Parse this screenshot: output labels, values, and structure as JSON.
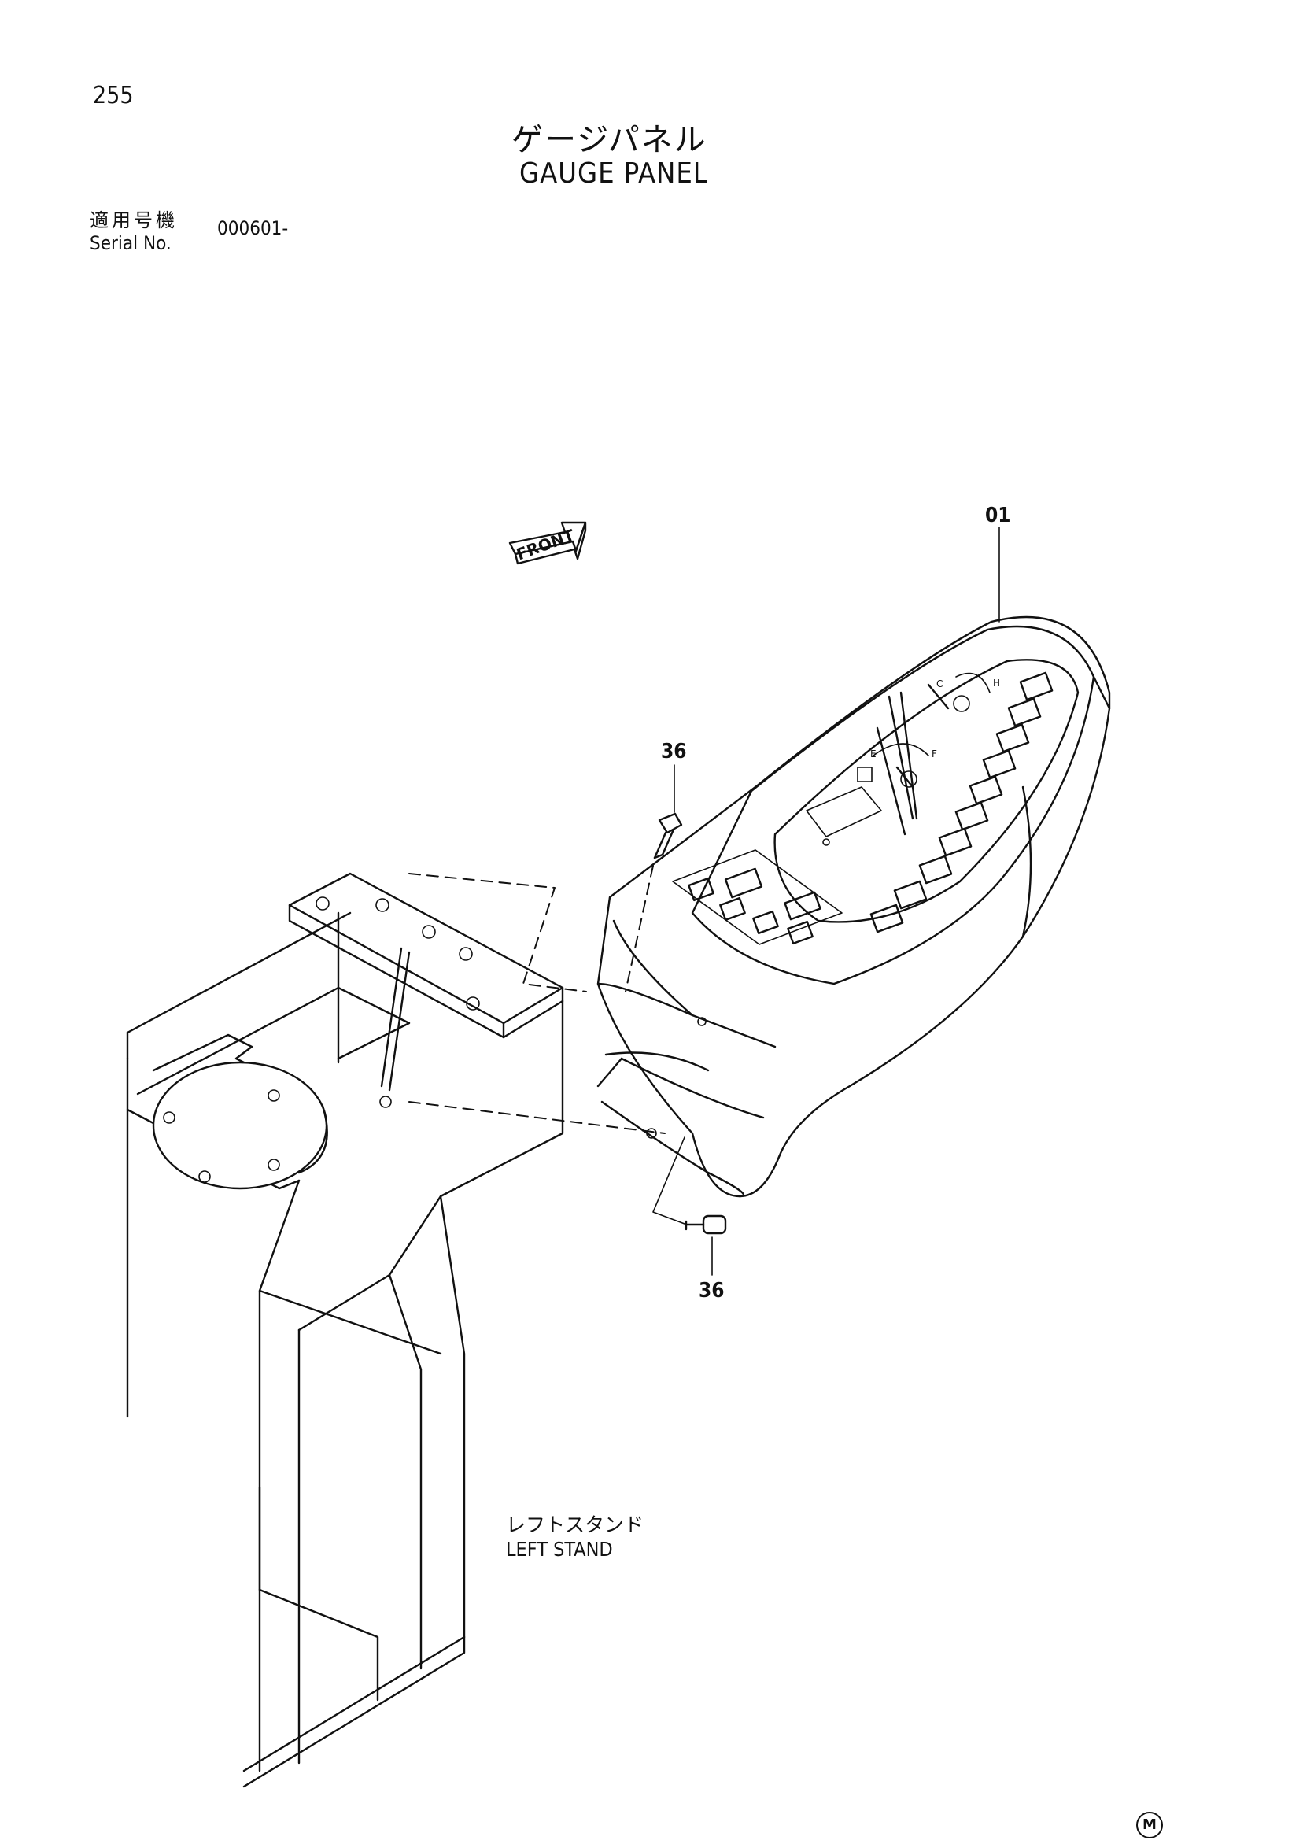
{
  "header": {
    "page_number": "255",
    "title_jp": "ゲージパネル",
    "title_en": "GAUGE PANEL"
  },
  "serial": {
    "label_jp": "適用号機",
    "label_en": "Serial No.",
    "value": "000601-"
  },
  "diagram": {
    "direction_arrow": "FRONT",
    "callouts": [
      "01",
      "36",
      "36"
    ],
    "stand_label_jp": "レフトスタンド",
    "stand_label_en": "LEFT STAND",
    "gauge_letters": {
      "coolant_cold": "C",
      "coolant_hot": "H",
      "fuel_empty": "E",
      "fuel_full": "F"
    }
  },
  "footer": {
    "mark": "M"
  }
}
